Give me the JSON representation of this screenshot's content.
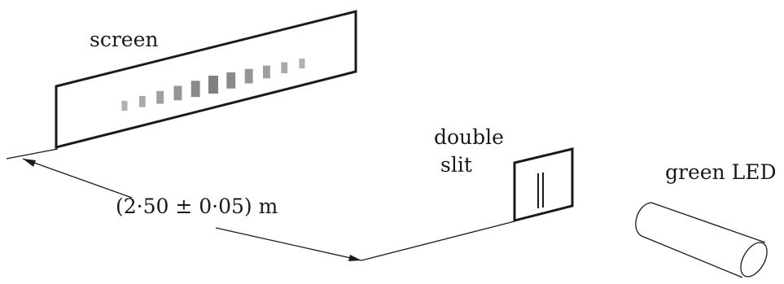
{
  "labels": {
    "screen": "screen",
    "double_slit_line1": "double",
    "double_slit_line2": "slit",
    "green_led": "green LED",
    "distance": "(2·50 ± 0·05) m"
  },
  "colors": {
    "ink": "#1a1a1a",
    "fringe": "#808080",
    "background": "#ffffff"
  },
  "fringes": {
    "count": 11,
    "relative_intensity": [
      0.3,
      0.4,
      0.55,
      0.7,
      0.85,
      1.0,
      0.85,
      0.7,
      0.55,
      0.4,
      0.3
    ]
  }
}
